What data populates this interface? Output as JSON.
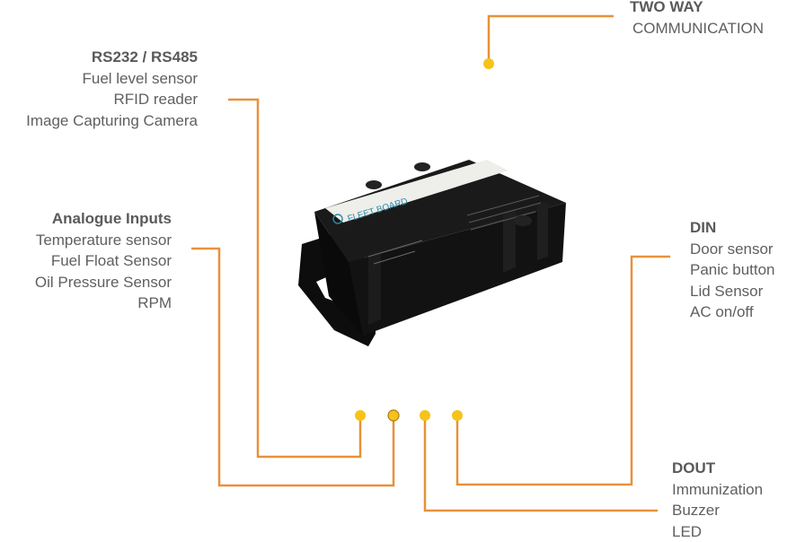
{
  "diagram": {
    "groups": {
      "rs232": {
        "heading": "RS232 / RS485",
        "items": [
          "Fuel level sensor",
          "RFID reader",
          "Image Capturing Camera"
        ]
      },
      "analogue": {
        "heading": "Analogue Inputs",
        "items": [
          "Temperature sensor",
          "Fuel Float Sensor",
          "Oil Pressure Sensor",
          "RPM"
        ]
      },
      "din": {
        "heading": "DIN",
        "items": [
          "Door sensor",
          "Panic button",
          "Lid Sensor",
          "AC on/off"
        ]
      },
      "dout": {
        "heading": "DOUT",
        "items": [
          "Immunization",
          "Buzzer",
          "LED"
        ]
      },
      "two_way": {
        "heading": "TWO WAY",
        "items": [
          "COMMUNICATION"
        ]
      }
    },
    "device": {
      "brand_label": "FLEET BOARD",
      "body_color": "#141414",
      "label_color": "#eeeeea"
    },
    "colors": {
      "wire": "#e8913a",
      "dot": "#f6c31a"
    }
  }
}
